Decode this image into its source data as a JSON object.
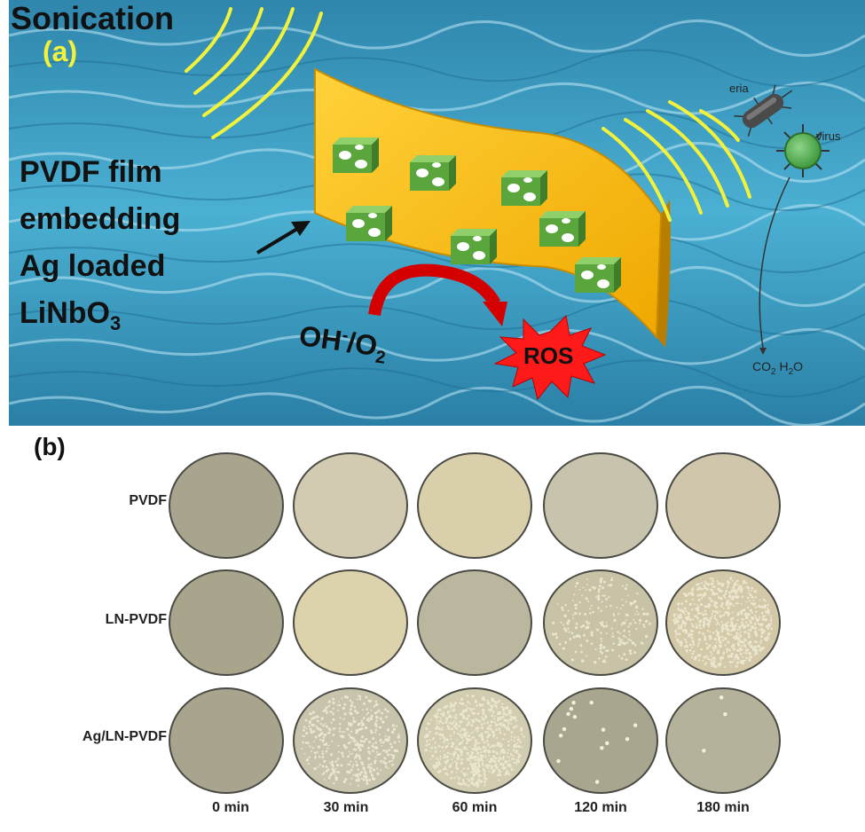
{
  "panel_a": {
    "panel_label": "(a)",
    "sonication_label": "Sonication",
    "film_label_lines": [
      "PVDF film",
      "embedding",
      "Ag loaded",
      "LiNbO"
    ],
    "film_label_sub": "3",
    "reactant_base": "OH",
    "reactant_sup": "-",
    "reactant_slash": "/O",
    "reactant_sub": "2",
    "ros_label": "ROS",
    "bacteria_label": "eria",
    "virus_label": "virus",
    "product_co": "CO",
    "product_co_sub": "2",
    "product_h": "H",
    "product_h_sub": "2",
    "product_o": "O",
    "colors": {
      "water": "#3d9fc4",
      "film": "#f5b914",
      "cube": "#5aa63c",
      "ros": "#ff1a1a",
      "arrow": "#d40000",
      "waves": "#f2f23a"
    }
  },
  "panel_b": {
    "panel_label": "(b)",
    "rows": [
      "PVDF",
      "LN-PVDF",
      "Ag/LN-PVDF"
    ],
    "times": [
      "0 min",
      "30 min",
      "60 min",
      "120 min",
      "180 min"
    ],
    "dish_colonies": [
      [
        "none",
        "none",
        "none",
        "none",
        "none"
      ],
      [
        "none",
        "none",
        "none",
        "sparse",
        "dense"
      ],
      [
        "none",
        "medium",
        "dense",
        "few",
        "very-few"
      ]
    ]
  }
}
